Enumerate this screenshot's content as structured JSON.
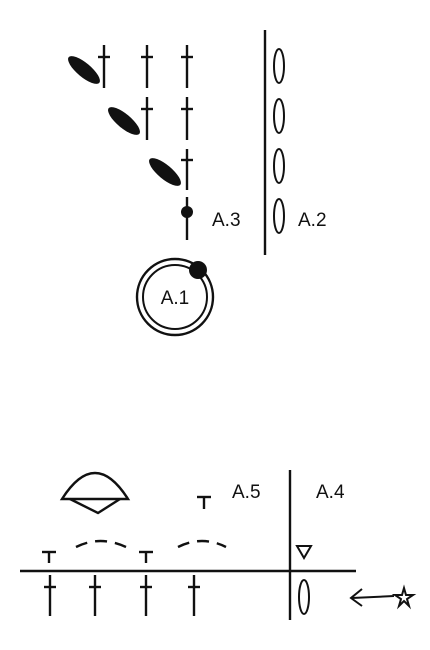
{
  "labels": {
    "a1": "A.1",
    "a2": "A.2",
    "a3": "A.3",
    "a4": "A.4",
    "a5": "A.5"
  },
  "symbols": {
    "treble": "treble-crochet-symbol",
    "chain_oval": "chain-stitch-oval-symbol",
    "slip_stitch": "slip-stitch-dot-symbol",
    "leaf": "filled-leaf-symbol",
    "magic_ring": "magic-ring-symbol",
    "half_treble": "half-treble-t-symbol",
    "picot_fan": "fan-shell-symbol",
    "triangle": "start-triangle-symbol",
    "star_arrow": "direction-arrow-star-symbol"
  }
}
